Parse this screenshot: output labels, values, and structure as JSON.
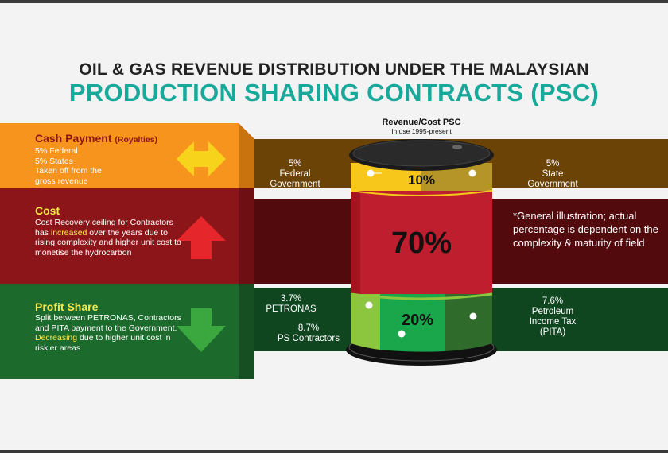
{
  "title": {
    "line1": "OIL & GAS REVENUE DISTRIBUTION UNDER THE MALAYSIAN",
    "line2": "PRODUCTION SHARING CONTRACTS (PSC)"
  },
  "colors": {
    "accent": "#18a99a",
    "cash_band": "#f7941d",
    "cash_band_right": "#6b4307",
    "cost_band": "#8b1519",
    "cost_band_right": "#520a0c",
    "profit_band": "#1c6b2d",
    "profit_band_right": "#0f4620",
    "barrel_red": "#be1e2d",
    "barrel_yellow": "#f7c71b",
    "barrel_olive": "#b59428",
    "barrel_green": "#1aa64a",
    "barrel_lightgreen": "#8cc63f",
    "barrel_darkgreen": "#2f6b2a"
  },
  "panels": {
    "cash": {
      "title": "Cash Payment",
      "title_suffix": "(Royalties)",
      "lines": [
        "5% Federal",
        "5% States",
        "Taken off from the",
        "gross revenue"
      ],
      "icon": "double-arrow-horizontal-icon"
    },
    "cost": {
      "title": "Cost",
      "text_pre": "Cost Recovery  ceiling for Contractors  has ",
      "text_hl": "increased",
      "text_post": " over the years due to  rising complexity  and higher unit cost to monetise the  hydrocarbon",
      "icon": "arrow-up-icon"
    },
    "profit": {
      "title": "Profit Share",
      "text_pre": "Split between  PETRONAS, Contractors and  PITA payment to the Government.  ",
      "text_hl": "Decreasing",
      "text_post": " due to  higher unit cost in  riskier areas",
      "icon": "arrow-down-icon"
    }
  },
  "barrel": {
    "title": "Revenue/Cost PSC",
    "subtitle": "In use 1995-present",
    "top_pct": "10%",
    "mid_pct": "70%",
    "bottom_pct": "20%"
  },
  "labels": {
    "federal_pct": "5%",
    "federal_name": "Federal",
    "federal_name2": "Government",
    "state_pct": "5%",
    "state_name": "State",
    "state_name2": "Government",
    "petronas_pct": "3.7%",
    "petronas_name": "PETRONAS",
    "contractors_pct": "8.7%",
    "contractors_name": "PS Contractors",
    "pita_pct": "7.6%",
    "pita_name1": "Petroleum",
    "pita_name2": "Income Tax",
    "pita_name3": "(PITA)"
  },
  "note": "*General illustration; actual percentage is dependent on the complexity & maturity of field"
}
